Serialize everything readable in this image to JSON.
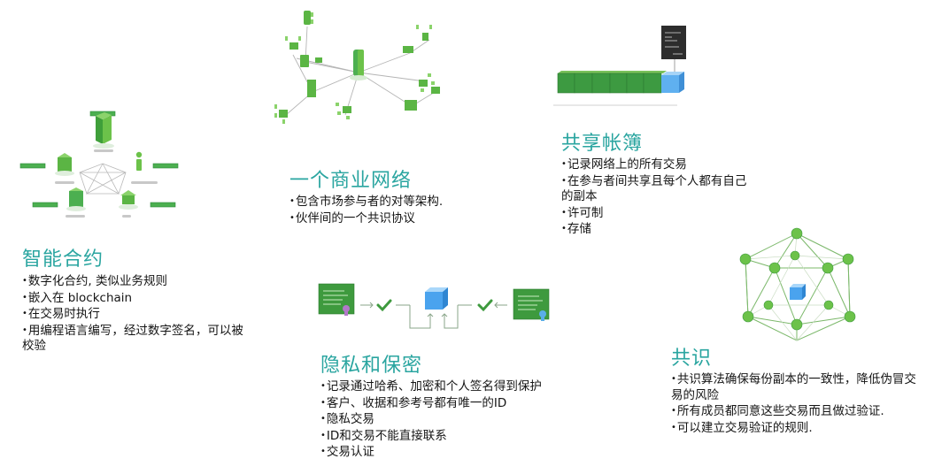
{
  "sections": {
    "smart_contract": {
      "title": "智能合约",
      "bullets": [
        "数字化合约, 类似业务规则",
        "嵌入在 blockchain",
        "在交易时执行",
        "用编程语言编写，经过数字签名，可以被校验"
      ]
    },
    "business_network": {
      "title": "一个商业网络",
      "bullets": [
        "包含市场参与者的对等架构.",
        "伙伴间的一个共识协议"
      ]
    },
    "shared_ledger": {
      "title": "共享帐簿",
      "bullets": [
        "记录网络上的所有交易",
        "在参与者间共享且每个人都有自己的副本",
        "许可制",
        "存储"
      ]
    },
    "privacy": {
      "title": "隐私和保密",
      "bullets": [
        "记录通过哈希、加密和个人签名得到保护",
        "客户、收据和参考号都有唯一的ID",
        "隐私交易",
        "ID和交易不能直接联系",
        "交易认证"
      ]
    },
    "consensus": {
      "title": "共识",
      "bullets": [
        "共识算法确保每份副本的一致性，降低伪冒交易的风险",
        "所有成员都同意这些交易而且做过验证.",
        "可以建立交易验证的规则."
      ]
    }
  },
  "colors": {
    "heading": "#2aa5a0",
    "green": "#4caf50",
    "green_dark": "#2e8b3a",
    "green_light": "#8bd36b",
    "blue": "#3d9be9",
    "line": "#9aa59a"
  }
}
